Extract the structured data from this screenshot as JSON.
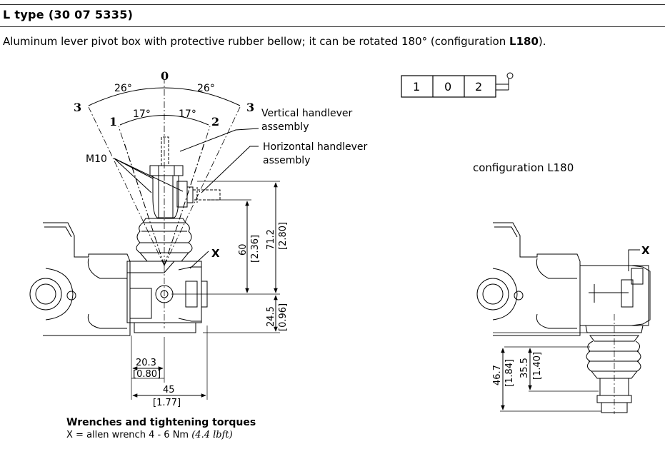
{
  "header": {
    "title": "L type (30 07 5335)"
  },
  "description": {
    "text_before": "Aluminum lever pivot box with protective rubber bellow; it can be rotated 180° (configuration ",
    "bold": "L180",
    "text_after": ")."
  },
  "positions": {
    "center": "0",
    "left_inner": "1",
    "right_inner": "2",
    "left_outer": "3",
    "right_outer": "3"
  },
  "angles": {
    "outer_left": "26°",
    "outer_right": "26°",
    "inner_left": "17°",
    "inner_right": "17°"
  },
  "labels": {
    "vertical_1": "Vertical handlever",
    "vertical_2": "assembly",
    "horizontal_1": "Horizontal handlever",
    "horizontal_2": "assembly",
    "thread": "M10",
    "x_left": "X",
    "x_right": "X"
  },
  "dimensions_left": {
    "h60": "60",
    "h60_in": "[2.36]",
    "h71": "71.2",
    "h71_in": "[2.80]",
    "h24": "24.5",
    "h24_in": "[0.96]",
    "w20": "20.3",
    "w20_in": "[0.80]",
    "w45": "45",
    "w45_in": "[1.77]"
  },
  "position_box": {
    "cells": [
      "1",
      "0",
      "2"
    ]
  },
  "configuration": {
    "label": "configuration L180"
  },
  "dimensions_right": {
    "h46": "46.7",
    "h46_in": "[1.84]",
    "h35": "35.5",
    "h35_in": "[1.40]"
  },
  "wrenches": {
    "title": "Wrenches and tightening torques",
    "line": "X = allen wrench 4 - 6 Nm ",
    "line_imperial": "(4.4 lbft)"
  }
}
